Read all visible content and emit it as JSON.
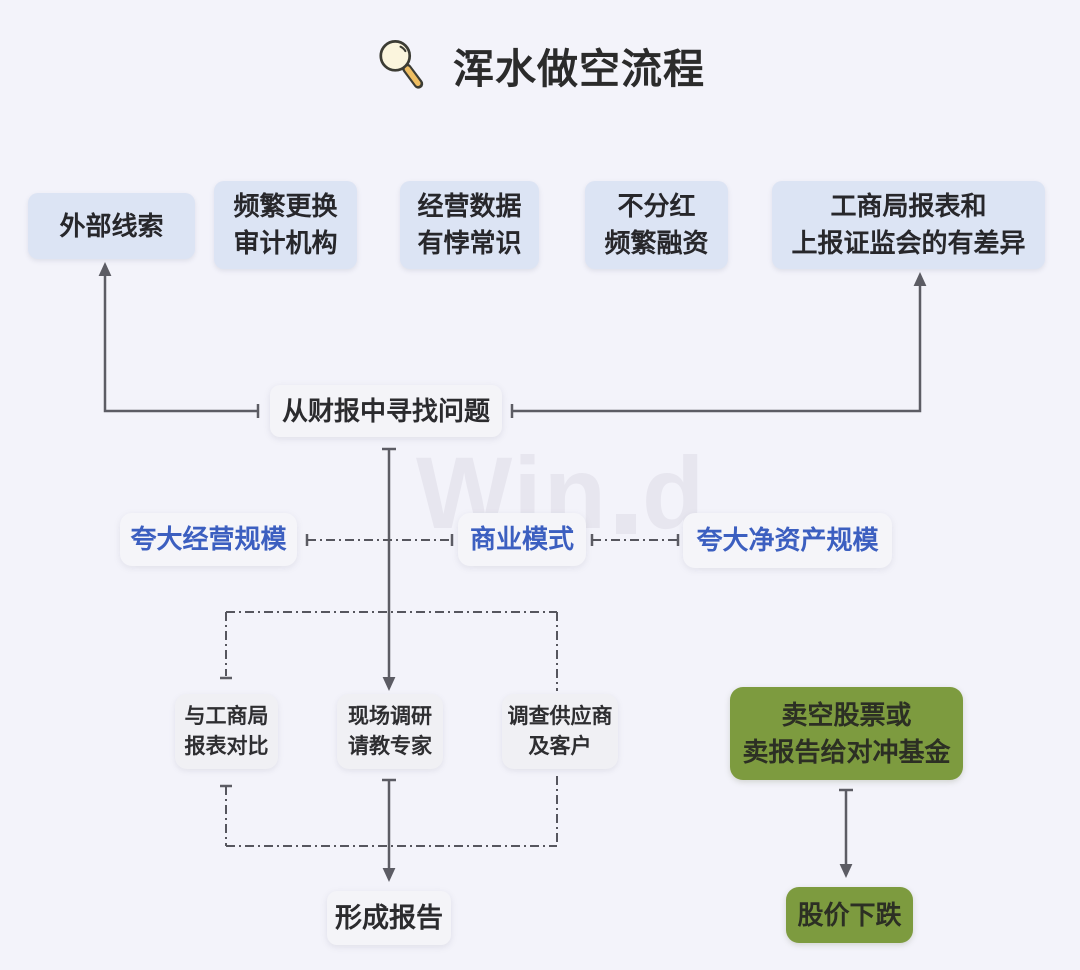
{
  "title": {
    "text": "浑水做空流程",
    "icon": "magnifier-icon"
  },
  "watermark": {
    "left": "Win",
    "right": "d"
  },
  "colors": {
    "background": "#f3f3fa",
    "signal_box": "#dce4f4",
    "neutral_box": "#f2f2f6",
    "accent_text_blue": "#3c5fc0",
    "action_green": "#7d9b3f",
    "line_gray": "#5c5c64",
    "dark_text": "#2b2b2e"
  },
  "signals": [
    {
      "label": "外部线索"
    },
    {
      "label": "频繁更换\n审计机构"
    },
    {
      "label": "经营数据\n有悖常识"
    },
    {
      "label": "不分红\n频繁融资"
    },
    {
      "label": "工商局报表和\n上报证监会的有差异"
    }
  ],
  "analysis": {
    "find_problems": "从财报中寻找问题"
  },
  "exaggerations": [
    {
      "label": "夸大经营规模"
    },
    {
      "label": "商业模式"
    },
    {
      "label": "夸大净资产规模"
    }
  ],
  "verification": [
    {
      "label": "与工商局\n报表对比"
    },
    {
      "label": "现场调研\n请教专家"
    },
    {
      "label": "调查供应商\n及客户"
    }
  ],
  "outcome": {
    "report": "形成报告",
    "short_sell": "卖空股票或\n卖报告给对冲基金",
    "price_drop": "股价下跌"
  }
}
